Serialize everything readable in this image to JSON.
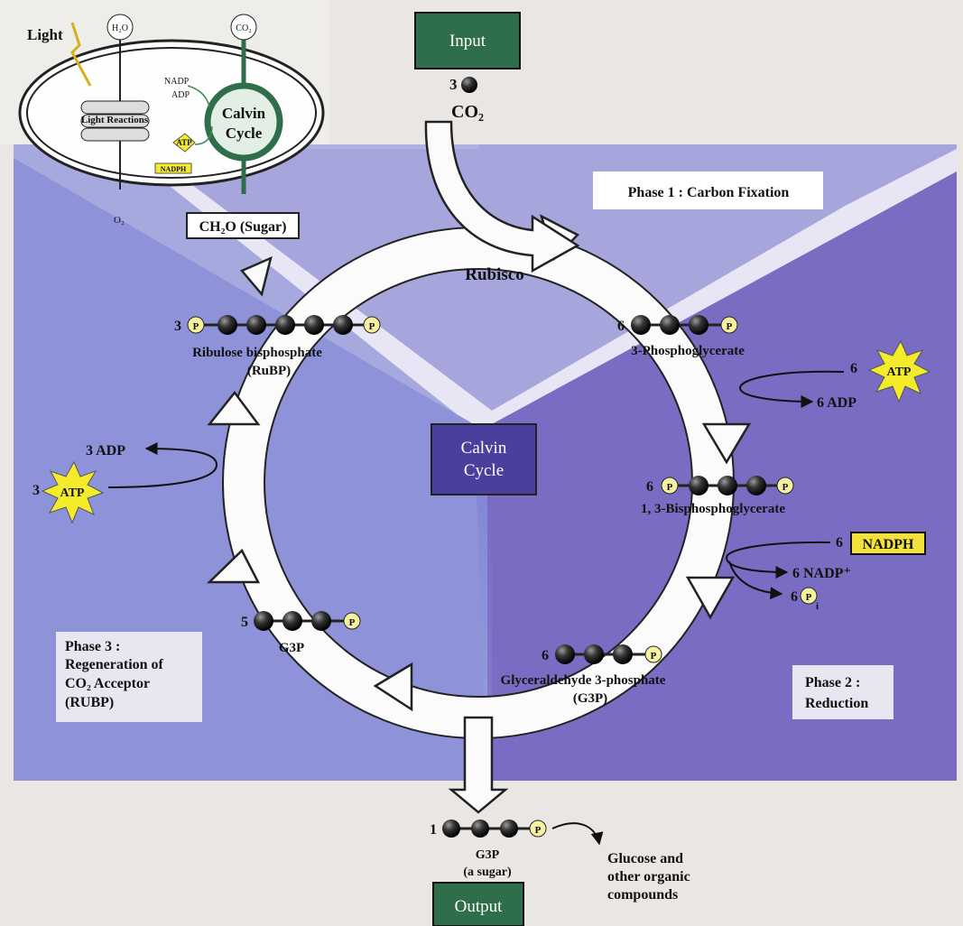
{
  "inset": {
    "light": "Light",
    "h2o": "H₂O",
    "co2": "CO₂",
    "nadp": "NADP",
    "adp": "ADP",
    "light_reactions": "Light Reactions",
    "atp": "ATP",
    "nadph": "NADPH",
    "calvin": "Calvin",
    "cycle": "Cycle",
    "o2": "O₂",
    "sugar": "CH₂O (Sugar)"
  },
  "input": {
    "label": "Input",
    "count": "3",
    "molecule": "CO₂"
  },
  "output": {
    "label": "Output"
  },
  "center": {
    "line1": "Calvin",
    "line2": "Cycle"
  },
  "rubisco": "Rubisco",
  "phases": {
    "phase1": "Phase 1 : Carbon Fixation",
    "phase2_a": "Phase 2 :",
    "phase2_b": "Reduction",
    "phase3_a": "Phase 3 :",
    "phase3_b": "Regeneration of",
    "phase3_c": "CO₂ Acceptor",
    "phase3_d": "(RUBP)"
  },
  "molecules": {
    "rubp_count": "3",
    "rubp_a": "Ribulose bisphosphate",
    "rubp_b": "(RuBP)",
    "pga_count": "6",
    "pga": "3-Phosphoglycerate",
    "bpg_count": "6",
    "bpg": "1, 3-Bisphosphoglycerate",
    "g3p6_count": "6",
    "g3p6_a": "Glyceraldehyde 3-phosphate",
    "g3p6_b": "(G3P)",
    "g3p5_count": "5",
    "g3p5": "G3P",
    "g3p1_count": "1",
    "g3p1_a": "G3P",
    "g3p1_b": "(a sugar)",
    "p": "P",
    "pi": "Pi"
  },
  "energy": {
    "atp6_count": "6",
    "atp6": "ATP",
    "adp6": "6 ADP",
    "nadph_count": "6",
    "nadph": "NADPH",
    "nadp6": "6 NADP⁺",
    "pi6_count": "6",
    "adp3": "3 ADP",
    "atp3_count": "3",
    "atp3": "ATP"
  },
  "products": {
    "line1": "Glucose and",
    "line2": "other organic",
    "line3": "compounds"
  },
  "colors": {
    "background_paper": "#e9e6e3",
    "blue_panel": "#8a8ed6",
    "violet_panel": "#7e6fc7",
    "green_box": "#2f6e4a",
    "atp_star": "#f4ec2a",
    "nadph_box": "#f2e23a",
    "center_box": "#4b3f9e"
  }
}
